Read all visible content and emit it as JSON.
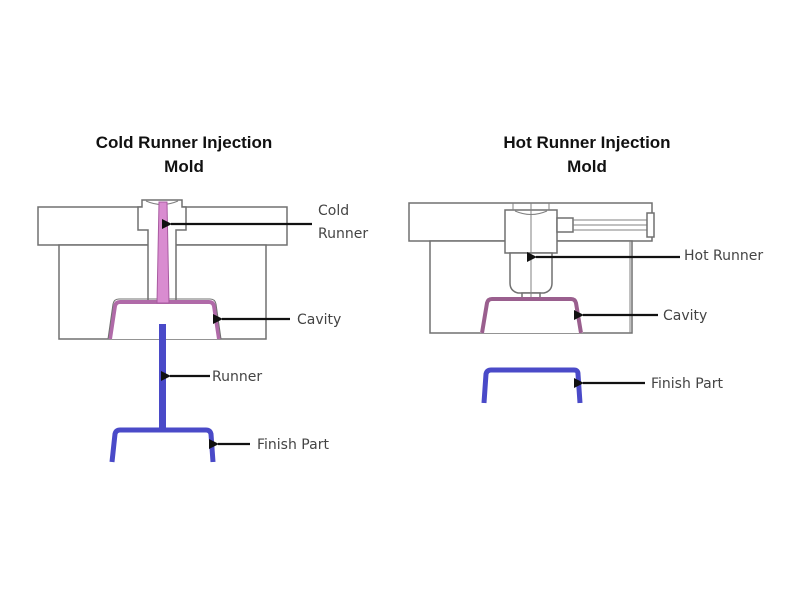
{
  "left_panel": {
    "title_line1": "Cold Runner Injection",
    "title_line2": "Mold",
    "labels": {
      "cold_runner_line1": "Cold",
      "cold_runner_line2": "Runner",
      "cavity": "Cavity",
      "runner": "Runner",
      "finish_part": "Finish Part"
    }
  },
  "right_panel": {
    "title_line1": "Hot Runner Injection",
    "title_line2": "Mold",
    "labels": {
      "hot_runner": "Hot Runner",
      "cavity": "Cavity",
      "finish_part": "Finish Part"
    }
  },
  "colors": {
    "cold_runner_fill": "#d98cd0",
    "cavity_stroke": "#b06aa8",
    "hot_cavity_stroke": "#9a5f8e",
    "part_color": "#4a4ac8",
    "outline": "#707070",
    "arrow": "#111111"
  }
}
